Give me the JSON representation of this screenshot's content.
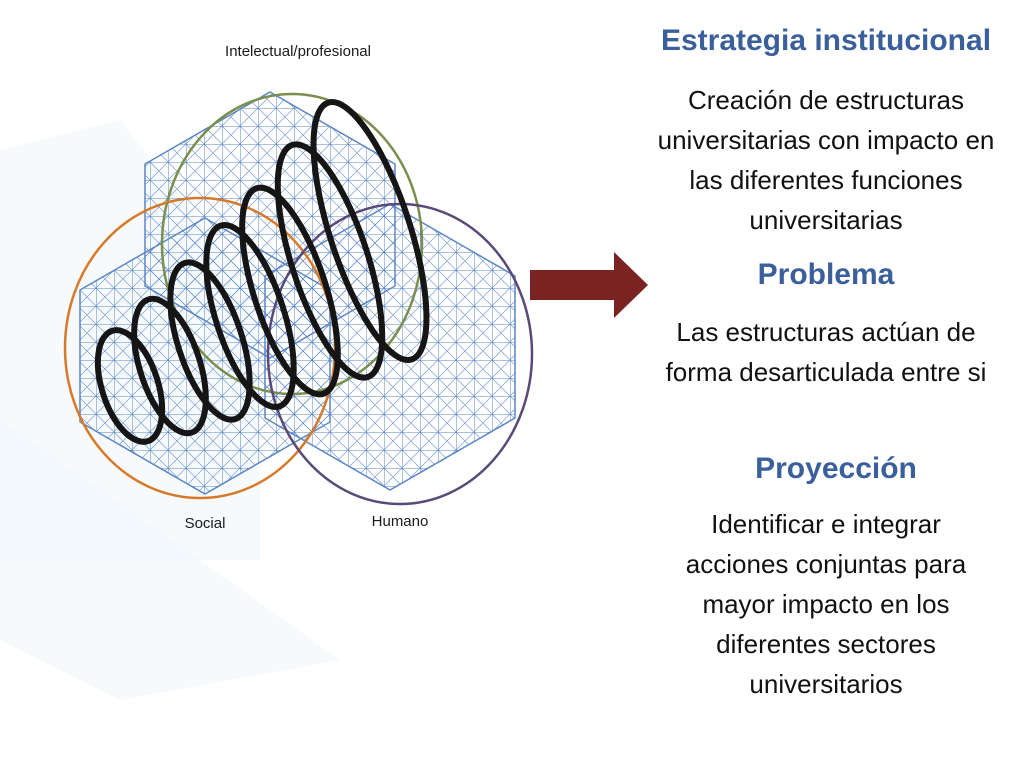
{
  "colors": {
    "heading": "#3a5f9a",
    "arrow": "#7a2323",
    "circle_intellectual": "#7a8f4e",
    "circle_social": "#d67a2a",
    "circle_humano": "#5a4a78",
    "grid": "#5b86c4",
    "spiral": "#151515"
  },
  "diagram": {
    "labels": {
      "intellectual": "Intelectual/profesional",
      "social": "Social",
      "humano": "Humano"
    }
  },
  "sections": {
    "estrategia": {
      "title": "Estrategia institucional",
      "body": "Creación de estructuras universitarias con impacto en las diferentes funciones universitarias"
    },
    "problema": {
      "title": "Problema",
      "body": "Las estructuras actúan de forma desarticulada entre si"
    },
    "proyeccion": {
      "title": "Proyección",
      "body": "Identificar e integrar acciones conjuntas para mayor impacto en los diferentes sectores universitarios"
    }
  }
}
